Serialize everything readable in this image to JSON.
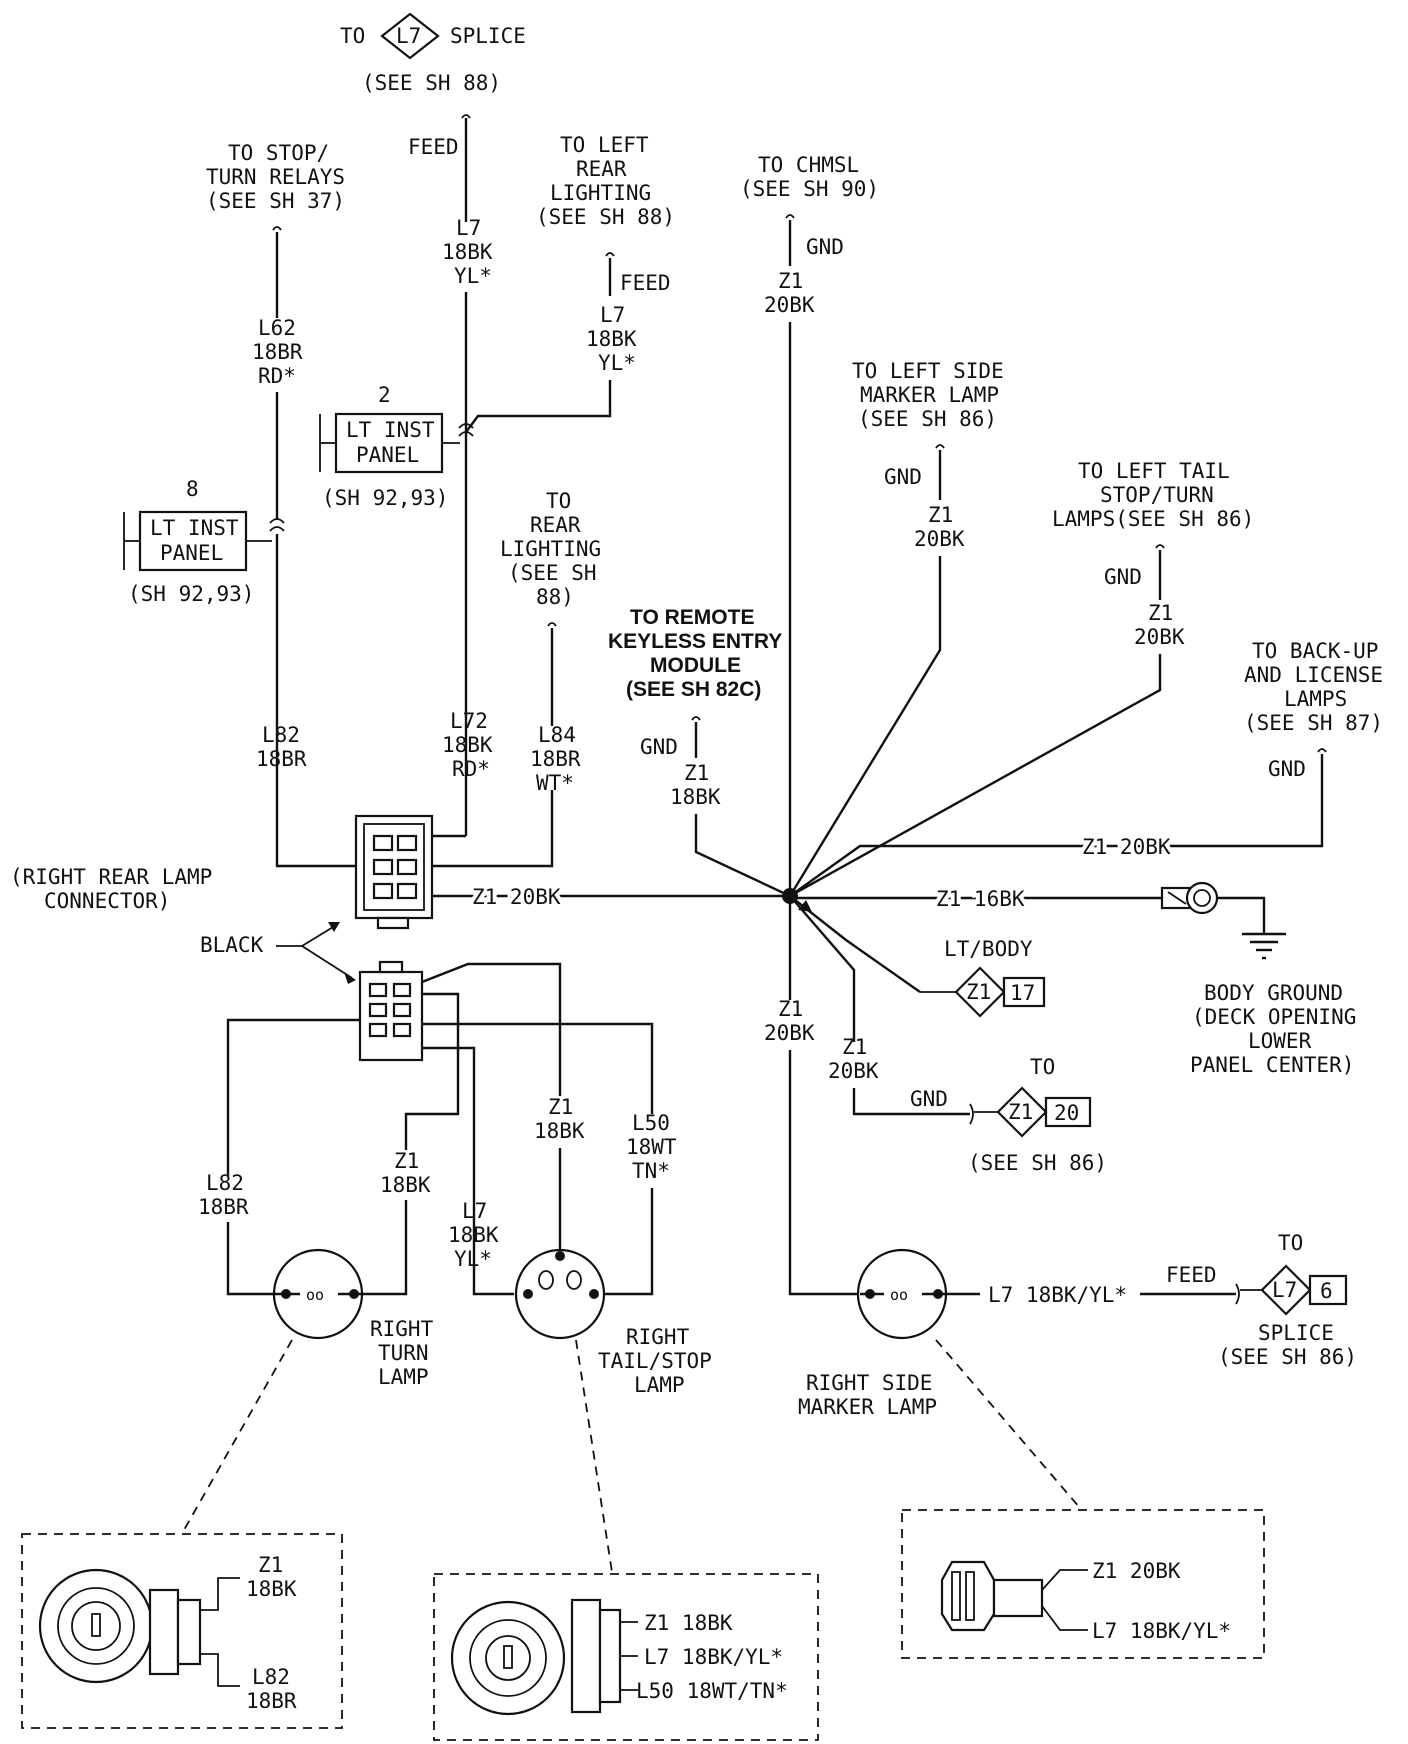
{
  "labels": {
    "to_l7_splice_to": "TO",
    "to_l7_splice_word": "SPLICE",
    "to_l7_splice_ref": "(SEE SH 88)",
    "feed_top": "FEED",
    "l7_top_1": "L7",
    "l7_top_2": "18BK",
    "l7_top_3": "YL*",
    "stop_turn_1": "TO STOP/",
    "stop_turn_2": "TURN RELAYS",
    "stop_turn_3": "(SEE SH 37)",
    "l62_1": "L62",
    "l62_2": "18BR",
    "l62_3": "RD*",
    "left_rear_1": "TO LEFT",
    "left_rear_2": "REAR",
    "left_rear_3": "LIGHTING",
    "left_rear_4": "(SEE SH 88)",
    "feed_lr": "FEED",
    "l7_lr_1": "L7",
    "l7_lr_2": "18BK",
    "l7_lr_3": "YL*",
    "chmsl_1": "TO CHMSL",
    "chmsl_2": "(SEE SH 90)",
    "gnd_chmsl": "GND",
    "z1_chmsl_1": "Z1",
    "z1_chmsl_2": "20BK",
    "lsm_1": "TO LEFT SIDE",
    "lsm_2": "MARKER LAMP",
    "lsm_3": "(SEE SH 86)",
    "gnd_lsm": "GND",
    "z1_lsm_1": "Z1",
    "z1_lsm_2": "20BK",
    "ltail_1": "TO LEFT TAIL",
    "ltail_2": "STOP/TURN",
    "ltail_3": "LAMPS(SEE SH 86)",
    "gnd_ltail": "GND",
    "z1_ltail_1": "Z1",
    "z1_ltail_2": "20BK",
    "backup_1": "TO BACK-UP",
    "backup_2": "AND LICENSE",
    "backup_3": "LAMPS",
    "backup_4": "(SEE SH 87)",
    "gnd_backup": "GND",
    "z1_20bk_backup": "Z1 20BK",
    "inst2_num": "2",
    "inst2_1": "LT INST",
    "inst2_2": "PANEL",
    "inst2_ref": "(SH 92,93)",
    "inst8_num": "8",
    "inst8_1": "LT INST",
    "inst8_2": "PANEL",
    "inst8_ref": "(SH 92,93)",
    "rear_light_1": "TO",
    "rear_light_2": "REAR",
    "rear_light_3": "LIGHTING",
    "rear_light_4": "(SEE SH",
    "rear_light_5": "88)",
    "rke_1": "TO REMOTE",
    "rke_2": "KEYLESS ENTRY",
    "rke_3": "MODULE",
    "rke_4": "(SEE SH 82C)",
    "gnd_rke": "GND",
    "z1_rke_1": "Z1",
    "z1_rke_2": "18BK",
    "l82_1": "L82",
    "l82_2": "18BR",
    "l72_1": "L72",
    "l72_2": "18BK",
    "l72_3": "RD*",
    "l84_1": "L84",
    "l84_2": "18BR",
    "l84_3": "WT*",
    "rrlc_1": "(RIGHT REAR LAMP",
    "rrlc_2": "CONNECTOR)",
    "z1_20bk_conn": "Z1 20BK",
    "z1_16bk": "Z1 16BK",
    "lt_body": "LT/BODY",
    "z1_17_code": "Z1",
    "z1_17_num": "17",
    "bg_1": "BODY GROUND",
    "bg_2": "(DECK OPENING",
    "bg_3": "LOWER",
    "bg_4": "PANEL CENTER)",
    "black": "BLACK",
    "z1_c1_1": "Z1",
    "z1_c1_2": "20BK",
    "z1_c2_1": "Z1",
    "z1_c2_2": "20BK",
    "gnd_20": "GND",
    "to_20": "TO",
    "z1_20_code": "Z1",
    "z1_20_num": "20",
    "see_86_20": "(SEE SH 86)",
    "l82_lower_1": "L82",
    "l82_lower_2": "18BR",
    "z1_rt_1": "Z1",
    "z1_rt_2": "18BK",
    "l7_lower_1": "L7",
    "l7_lower_2": "18BK",
    "l7_lower_3": "YL*",
    "z1_mid_1": "Z1",
    "z1_mid_2": "18BK",
    "l50_1": "L50",
    "l50_2": "18WT",
    "l50_3": "TN*",
    "rtl_1": "RIGHT",
    "rtl_2": "TURN",
    "rtl_3": "LAMP",
    "rtsl_1": "RIGHT",
    "rtsl_2": "TAIL/STOP",
    "rtsl_3": "LAMP",
    "rsml_1": "RIGHT SIDE",
    "rsml_2": "MARKER LAMP",
    "l7_18bk_yl": "L7 18BK/YL*",
    "feed_6": "FEED",
    "to_6": "TO",
    "l7_6_code": "L7",
    "l7_6_num": "6",
    "splice_6_1": "SPLICE",
    "splice_6_2": "(SEE SH 86)",
    "d1_z1_1": "Z1",
    "d1_z1_2": "18BK",
    "d1_l82_1": "L82",
    "d1_l82_2": "18BR",
    "d2_z1": "Z1 18BK",
    "d2_l7": "L7 18BK/YL*",
    "d2_l50": "L50 18WT/TN*",
    "d3_z1": "Z1 20BK",
    "d3_l7": "L7 18BK/YL*",
    "l7_code": "L7",
    "oo_1": "oo",
    "oo_2": "oo"
  }
}
